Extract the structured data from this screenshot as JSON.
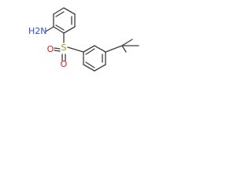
{
  "molecule": {
    "atoms": [
      {
        "symbol": "H2N",
        "color": "#3050d8"
      },
      {
        "symbol": "O",
        "color": "#e0201c"
      },
      {
        "symbol": "S",
        "color": "#9a9a18"
      },
      {
        "symbol": "O",
        "color": "#e0201c"
      }
    ],
    "bond_color": "#3c3c3c"
  }
}
